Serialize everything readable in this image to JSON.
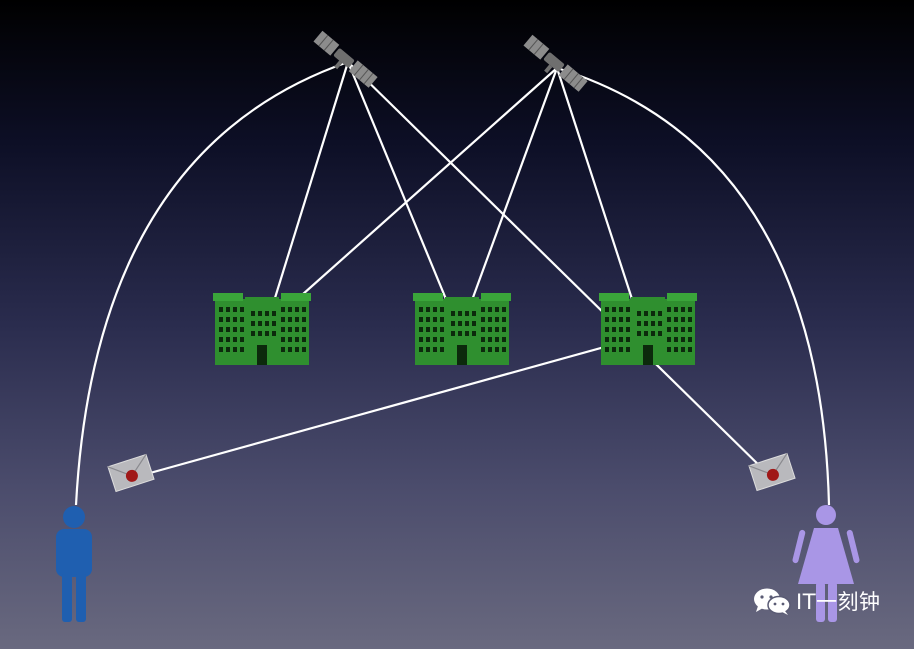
{
  "diagram": {
    "line_color": "#ffffff",
    "building_color": "#2f8f2f",
    "satellite_color": "#8a8a8a",
    "man_color": "#1f5fb0",
    "woman_color": "#a996e6",
    "envelope_color": "#b9b9bd",
    "seal_color": "#a01818",
    "nodes": {
      "satellites": [
        {
          "name": "satellite-left",
          "icon": "satellite-icon"
        },
        {
          "name": "satellite-right",
          "icon": "satellite-icon"
        }
      ],
      "buildings": [
        {
          "name": "building-left",
          "icon": "building-icon"
        },
        {
          "name": "building-middle",
          "icon": "building-icon"
        },
        {
          "name": "building-right",
          "icon": "building-icon"
        }
      ],
      "envelopes": [
        {
          "name": "envelope-left",
          "icon": "envelope-icon"
        },
        {
          "name": "envelope-right",
          "icon": "envelope-icon"
        }
      ],
      "people": [
        {
          "name": "man",
          "icon": "man-icon"
        },
        {
          "name": "woman",
          "icon": "woman-icon"
        }
      ]
    }
  },
  "watermark": {
    "text": "IT一刻钟",
    "icon": "wechat-icon"
  }
}
